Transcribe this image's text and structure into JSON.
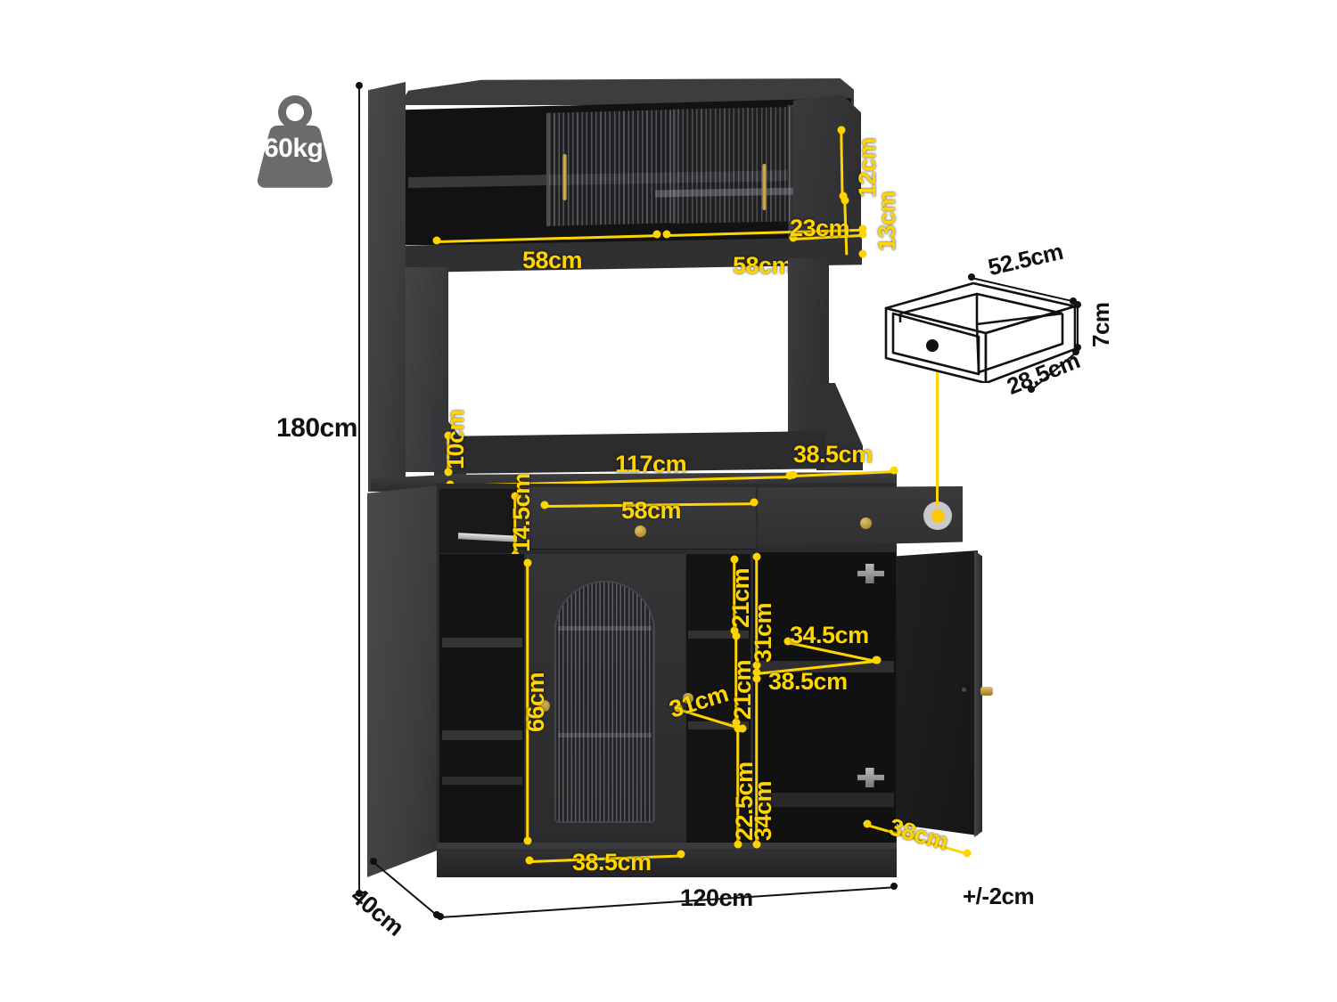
{
  "diagram": {
    "title": "Kitchen Hutch Cabinet Dimension Diagram",
    "product": "black-kitchen-pantry-hutch",
    "colors": {
      "dimension_yellow": "#FFD500",
      "dimension_black": "#111111",
      "cabinet_dark": "#2b2b2d",
      "cabinet_face": "#3a3a3c",
      "cabinet_interior": "#141415",
      "handle_gold": "#c9a23a",
      "weight_icon_gray": "#6b6b6b",
      "background": "#ffffff"
    }
  },
  "weight": {
    "icon": "weight-icon",
    "label": "60kg"
  },
  "overall": {
    "height": "180cm",
    "width": "120cm",
    "depth": "40cm",
    "tolerance": "+/-2cm"
  },
  "hutch": {
    "shelf_left_width": "58cm",
    "shelf_right_width": "58cm",
    "side_compartment_width": "23cm",
    "upper_shelf_height": "12cm",
    "lower_shelf_height": "13cm"
  },
  "worktop": {
    "width": "117cm",
    "backsplash_height": "10cm",
    "right_depth": "38.5cm"
  },
  "drawers": {
    "left_drawer_width": "58cm",
    "drawer_height": "14.5cm"
  },
  "lower_cabinet": {
    "glass_door_width": "38.5cm",
    "glass_door_height": "66cm",
    "mid_shelf_1": "21cm",
    "mid_shelf_2": "21cm",
    "mid_shelf_3": "22.5cm",
    "mid_shelf_width": "31cm",
    "right_upper_height": "31cm",
    "right_lower_height": "34cm",
    "right_shelf_depth": "34.5cm",
    "right_interior_width": "38.5cm",
    "door_width": "38cm"
  },
  "drawer_detail": {
    "caption": "drawer-box-callout",
    "width": "52.5cm",
    "height": "7cm",
    "depth": "28.5cm"
  }
}
